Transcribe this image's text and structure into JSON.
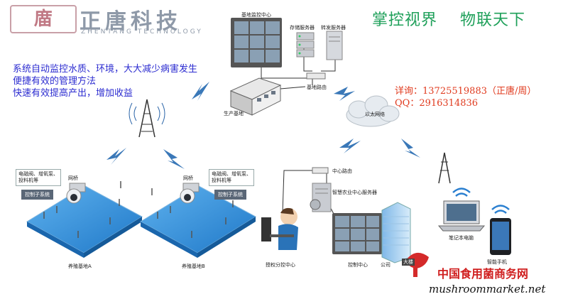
{
  "logo": {
    "mark": "庿",
    "name": "正唐科技",
    "english": "ZHENTANG TECHNOLOGY"
  },
  "slogan": "掌控视界    物联天下",
  "features": [
    "系统自动监控水质、环境，大大减少病害发生",
    "便捷有效的管理方法",
    "快速有效提高产出，增加收益"
  ],
  "contact": {
    "line1": "详询：13725519883（正唐/周）",
    "line2": "QQ：2916314836"
  },
  "labels": {
    "base_monitor": "基地监控中心",
    "storage_server": "存储服务器",
    "forward_server": "转发服务器",
    "base_router": "基地路由",
    "production_base": "生产基地",
    "ethernet": "以太网络",
    "center_router": "中心路由",
    "agri_server": "智慧农业中心服务器",
    "auth_control": "授权分控中心",
    "control_center": "控制中心",
    "company": "公司",
    "building": "大楼",
    "laptop": "笔记本电脑",
    "phone": "智能手机",
    "bridge_a": "网桥",
    "bridge_b": "网桥",
    "devices_a": "电磁阀、增氧泵、\n投料机等",
    "devices_b": "电磁阀、增氧泵、\n投料机等",
    "control_sub_a": "控制子系统",
    "control_sub_b": "控制子系统",
    "pond_a": "养殖基地A",
    "pond_b": "养殖基地B"
  },
  "watermark": {
    "site_cn": "中国食用菌商务网",
    "site_url": "mushroommarket.net"
  },
  "colors": {
    "accent_blue": "#2b2bd0",
    "slogan_green": "#1fa05a",
    "contact_red": "#e03a1e",
    "pond": "#2f8fd8",
    "lightning": "#3a78b8"
  }
}
